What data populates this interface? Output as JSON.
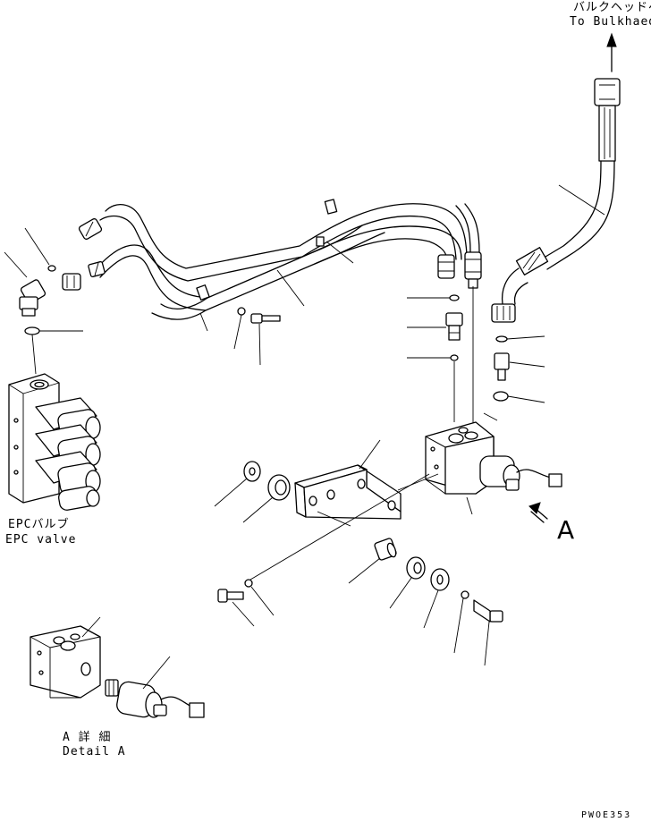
{
  "labels": {
    "bulkhead_jp": "バルクヘッドへ",
    "bulkhead_en": "To Bulkhaed",
    "epc_jp": "EPCバルブ",
    "epc_en": "EPC valve",
    "view_arrow": "A",
    "detail_jp": "A 詳 細",
    "detail_en": "Detail A",
    "drawing_code": "PWOE353"
  }
}
